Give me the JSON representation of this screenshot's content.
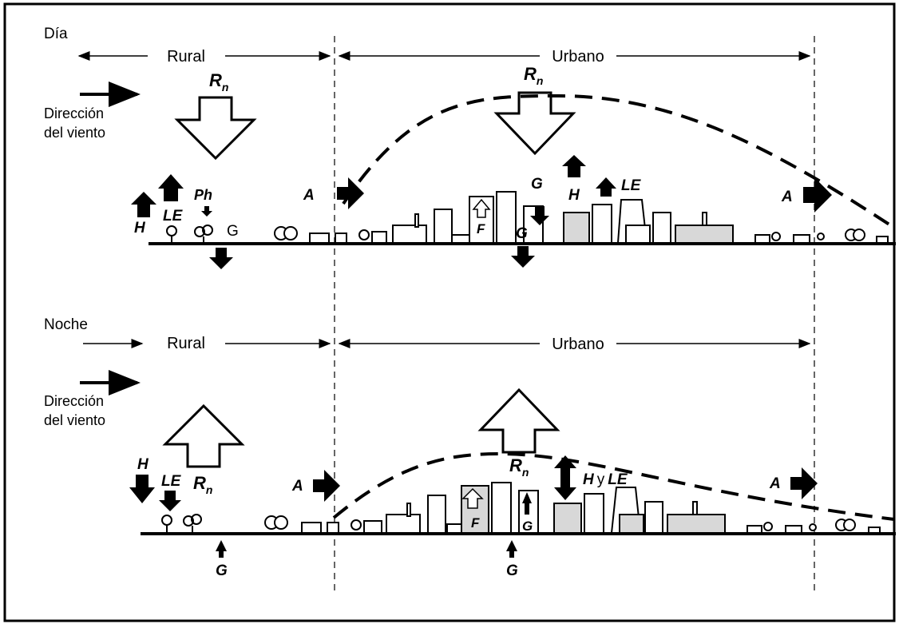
{
  "day": {
    "period": "Día",
    "rural": "Rural",
    "urban": "Urbano",
    "wind_line1": "Dirección",
    "wind_line2": "del viento",
    "rn_label": "R",
    "rn_sub": "n",
    "h": "H",
    "le": "LE",
    "ph": "Ph",
    "g": "G",
    "a": "A",
    "f": "F"
  },
  "night": {
    "period": "Noche",
    "rural": "Rural",
    "urban": "Urbano",
    "wind_line1": "Dirección",
    "wind_line2": "del viento",
    "rn_label": "R",
    "rn_sub": "n",
    "h": "H",
    "le": "LE",
    "g": "G",
    "a": "A",
    "f": "F",
    "h_y": "H",
    "y": "y"
  },
  "colors": {
    "ink": "#000000",
    "paper": "#ffffff",
    "fill_gray": "#d8d8d8"
  }
}
